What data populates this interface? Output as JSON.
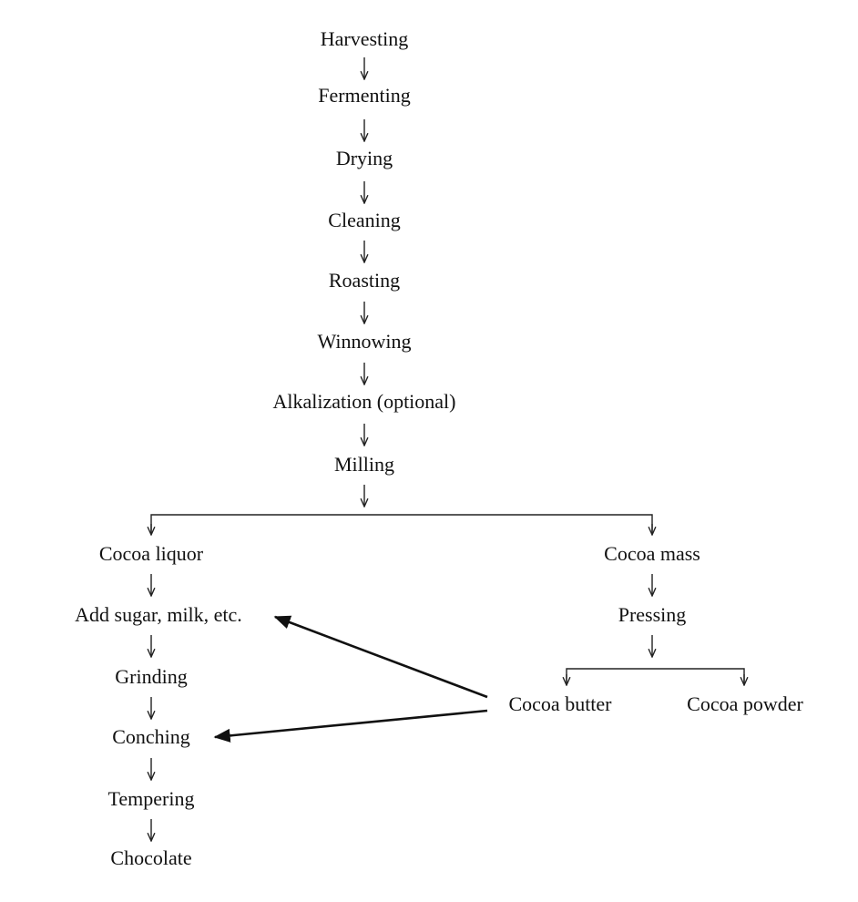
{
  "steps": {
    "harvesting": "Harvesting",
    "fermenting": "Fermenting",
    "drying": "Drying",
    "cleaning": "Cleaning",
    "roasting": "Roasting",
    "winnowing": "Winnowing",
    "alkalization": "Alkalization (optional)",
    "milling": "Milling"
  },
  "liquor_branch": {
    "cocoa_liquor": "Cocoa liquor",
    "add_sugar": "Add sugar, milk, etc.",
    "grinding": "Grinding",
    "conching": "Conching",
    "tempering": "Tempering",
    "chocolate": "Chocolate"
  },
  "mass_branch": {
    "cocoa_mass": "Cocoa mass",
    "pressing": "Pressing",
    "cocoa_butter": "Cocoa butter",
    "cocoa_powder": "Cocoa powder"
  }
}
